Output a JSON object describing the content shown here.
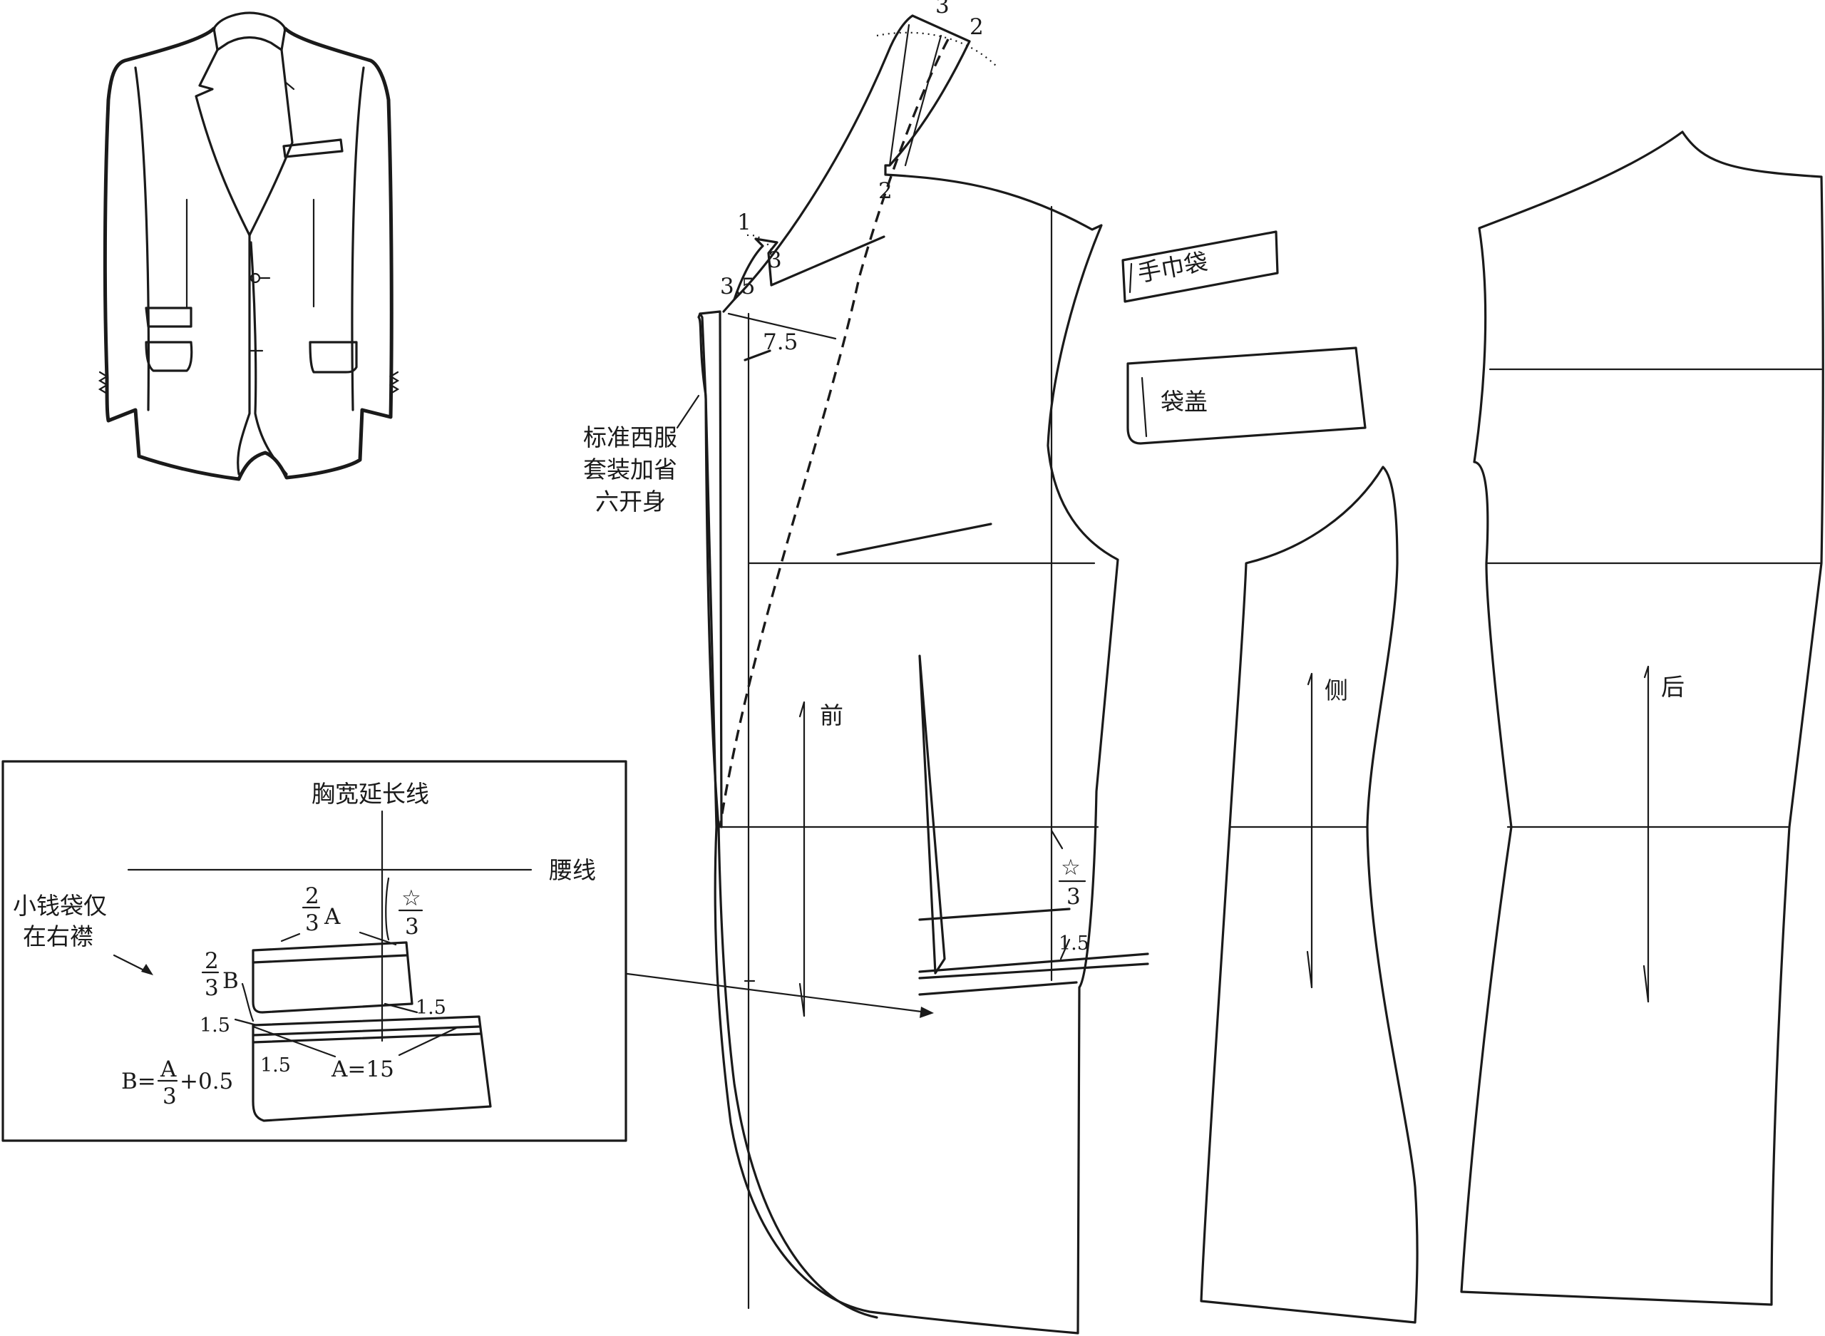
{
  "labels": {
    "piece_front": "前",
    "piece_side": "侧",
    "piece_back": "后",
    "handkerchief_pocket": "手巾袋",
    "pocket_flap": "袋盖",
    "note_line1": "标准西服",
    "note_line2": "套装加省",
    "note_line3": "六开身",
    "chest_width_extension": "胸宽延长线",
    "waist_line": "腰线",
    "coin_pocket_line1": "小钱袋仅",
    "coin_pocket_line2": "在右襟"
  },
  "dimensions": {
    "collar_top_3": "3",
    "collar_top_2": "2",
    "gorge_2": "2",
    "notch_1": "1",
    "notch_3": "3",
    "notch_3_5": "3.5",
    "lapel_7_5": "7.5",
    "star_symbol": "☆",
    "star_denominator": "3",
    "pocket_offset_1_5": "1.5",
    "inset_two_thirds_num": "2",
    "inset_two_thirds_den": "3",
    "inset_A": "A",
    "inset_B": "B",
    "inset_star_symbol": "☆",
    "inset_star_den": "3",
    "inset_1_5_right": "1.5",
    "inset_1_5_left": "1.5",
    "inset_1_5_lower": "1.5",
    "inset_A_eq": "A=15",
    "inset_B_eq_prefix": "B=",
    "inset_B_eq_frac_num": "A",
    "inset_B_eq_frac_den": "3",
    "inset_B_eq_suffix": "+0.5",
    "inset_two_thirds_B_num": "2",
    "inset_two_thirds_B_den": "3"
  },
  "colors": {
    "ink": "#1a1a1a",
    "paper": "#ffffff"
  }
}
